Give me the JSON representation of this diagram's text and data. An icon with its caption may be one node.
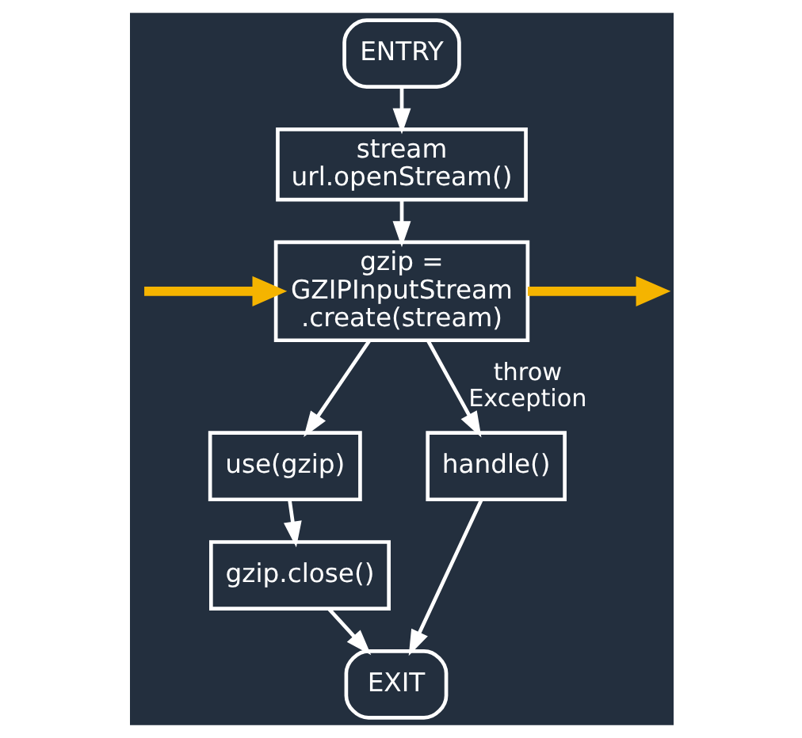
{
  "diagram": {
    "nodes": [
      {
        "text": [
          "ENTRY"
        ]
      },
      {
        "text": [
          "stream url.openStream()"
        ]
      },
      {
        "text": [
          "gzip = GZIPInputStream .create(stream)"
        ]
      },
      {
        "text": [
          "use(gzip)"
        ]
      },
      {
        "text": [
          "gzip.close()"
        ]
      },
      {
        "text": [
          "EXIT"
        ]
      },
      {
        "text": [
          "handle()"
        ]
      }
    ],
    "edges": [
      {
        "from": 0,
        "to": 1,
        "arrow": "to"
      },
      {
        "from": 1,
        "to": 2,
        "arrow": "to"
      },
      {
        "from": 2,
        "to": 3,
        "arrow": "to"
      },
      {
        "from": 3,
        "to": 4,
        "arrow": "to"
      },
      {
        "from": 4,
        "to": 5,
        "arrow": "to"
      },
      {
        "from": 2,
        "to": 6,
        "arrow": "to",
        "label": "throw Exception"
      },
      {
        "from": 6,
        "to": 5,
        "arrow": "to"
      },
      {
        "from": 2,
        "to": null,
        "arrow": "to",
        "style": "thick",
        "color": "#f5b400"
      },
      {
        "from": null,
        "to": 2,
        "arrow": "to",
        "style": "thick",
        "color": "#f5b400"
      }
    ]
  }
}
